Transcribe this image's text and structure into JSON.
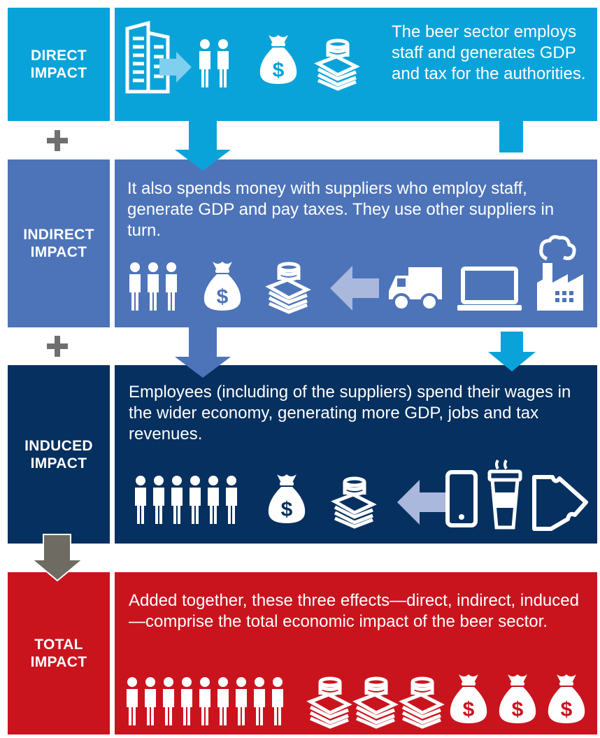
{
  "direct": {
    "label_line1": "DIRECT",
    "label_line2": "IMPACT",
    "text": "The beer sector employs staff and generates GDP and tax for the authorities.",
    "color": "#0aa3d9",
    "icons": [
      "office-building-icon",
      "arrow-right-icon",
      "two-people-icon",
      "money-bag-icon",
      "cash-coins-icon"
    ]
  },
  "indirect": {
    "label_line1": "INDIRECT",
    "label_line2": "IMPACT",
    "text": "It also spends money with suppliers who employ staff, generate GDP and pay taxes. They use other suppliers in turn.",
    "color": "#4d74b9",
    "icons": [
      "three-people-icon",
      "money-bag-icon",
      "cash-coins-icon",
      "arrow-left-icon",
      "delivery-truck-icon",
      "laptop-icon",
      "factory-icon"
    ]
  },
  "induced": {
    "label_line1": "INDUCED",
    "label_line2": "IMPACT",
    "text": "Employees (including of the suppliers) spend their wages in the wider economy, generating more GDP, jobs and tax revenues.",
    "color": "#06305f",
    "icons": [
      "six-people-icon",
      "money-bag-icon",
      "cash-coins-icon",
      "arrow-left-icon",
      "smartphone-icon",
      "coffee-cup-icon",
      "ticket-icon"
    ]
  },
  "total": {
    "label_line1": "TOTAL",
    "label_line2": "IMPACT",
    "text": "Added together, these three effects—direct, indirect, induced—comprise the total economic impact of the beer sector.",
    "color": "#c9141e",
    "icons": [
      "nine-people-icon",
      "cash-coins-icon",
      "money-bag-icon"
    ]
  },
  "connectors": [
    "plus-icon",
    "plus-icon",
    "down-arrow-icon"
  ]
}
